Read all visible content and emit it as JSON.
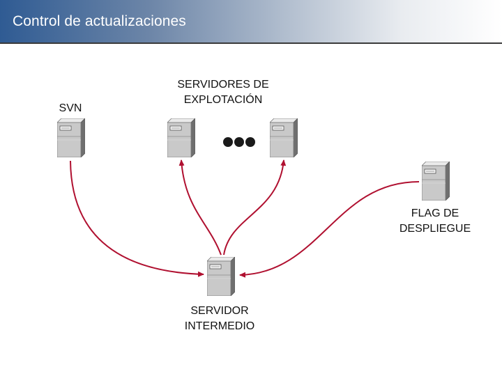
{
  "header": {
    "title": "Control de actualizaciones"
  },
  "nodes": {
    "svn": {
      "label": "SVN"
    },
    "production_servers": {
      "label_line1": "SERVIDORES DE",
      "label_line2": "EXPLOTACIÓN"
    },
    "deploy_flag": {
      "label_line1": "FLAG DE",
      "label_line2": "DESPLIEGUE"
    },
    "intermediate_server": {
      "label_line1": "SERVIDOR",
      "label_line2": "INTERMEDIO"
    }
  },
  "colors": {
    "arrow": "#b01030",
    "server_body": "#c8c8c8",
    "server_dark": "#6a6a6a"
  },
  "icons": [
    "server-icon",
    "ellipsis-icon",
    "arrowhead-icon"
  ]
}
